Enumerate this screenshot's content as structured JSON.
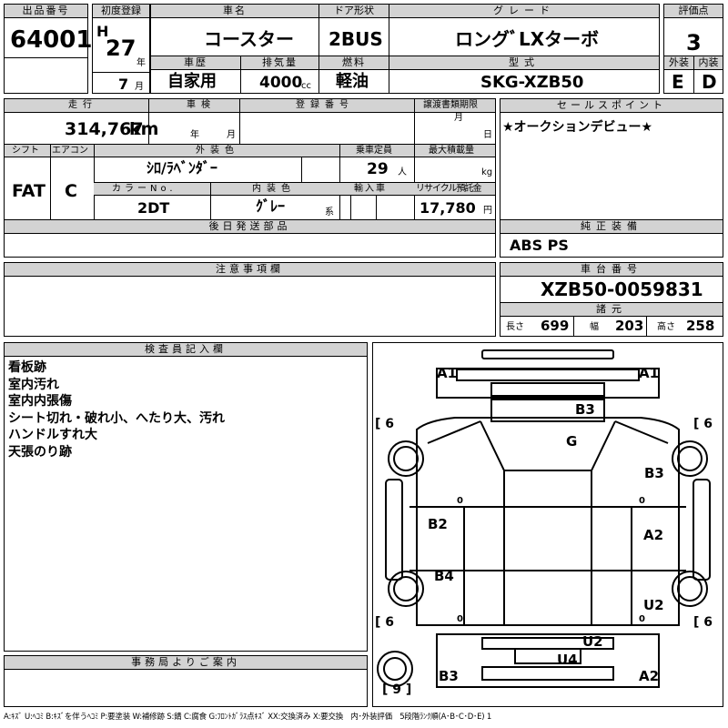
{
  "header": {
    "lot_label": "出品番号",
    "lot": "64001",
    "first_reg_label": "初度登録",
    "era": "H",
    "year": "27",
    "year_unit": "年",
    "month": "7",
    "month_unit": "月",
    "name_label": "車名",
    "name": "コースター",
    "door_label": "ドア形状",
    "door": "2BUS",
    "grade_label": "グレード",
    "grade": "ロングﾞLXターボ",
    "score_label": "評価点",
    "score": "3",
    "history_label": "車歴",
    "history": "自家用",
    "displacement_label": "排気量",
    "displacement": "4000",
    "displacement_unit": "cc",
    "fuel_label": "燃料",
    "fuel": "軽油",
    "model_label": "型式",
    "model": "SKG-XZB50",
    "ext_label": "外装",
    "ext_grade": "E",
    "int_label": "内装",
    "int_grade": "D"
  },
  "details": {
    "mileage_label": "走行",
    "mileage": "314,767",
    "mileage_unit": "km",
    "inspection_label": "車検",
    "insp_year_unit": "年",
    "insp_month_unit": "月",
    "reg_label": "登録番号",
    "docs_label": "譲渡書類期限",
    "docs_month_unit": "月",
    "docs_day_unit": "日",
    "shift_label": "シフト",
    "shift": "FAT",
    "ac_label": "エアコン",
    "ac": "C",
    "color_label": "外装色",
    "color": "ｼﾛ/ﾗﾍﾞﾝﾀﾞｰ",
    "capacity_label": "乗車定員",
    "capacity": "29",
    "capacity_unit": "人",
    "load_label": "最大積載量",
    "load_unit": "kg",
    "color_no_label": "カラーNo.",
    "color_no": "2DT",
    "int_color_label": "内装色",
    "int_color": "ｸﾞﾚｰ",
    "int_color_unit": "系",
    "import_label": "輸入車",
    "recycle_label": "リサイクル預託金",
    "recycle": "17,780",
    "recycle_unit": "円"
  },
  "sections": {
    "sales_points_label": "セールスポイント",
    "sales_points": "★オークションデビュー★",
    "later_parts_label": "後日発送部品",
    "equipment_label": "純正装備",
    "equipment": "ABS PS",
    "notes_label": "注意事項欄",
    "chassis_label": "車台番号",
    "chassis": "XZB50-0059831",
    "dims_label": "諸元",
    "length_label": "長さ",
    "length": "699",
    "width_label": "幅",
    "width": "203",
    "height_label": "高さ",
    "height": "258",
    "inspector_label": "検査員記入欄",
    "inspector_notes": [
      "看板跡",
      "室内汚れ",
      "室内内張傷",
      "シート切れ・破れ小、へたり大、汚れ",
      "ハンドルすれ大",
      "天張のり跡"
    ],
    "office_label": "事務局よりご案内"
  },
  "diagram": {
    "marks": {
      "a1_left": "A1",
      "a1_right": "A1",
      "b3_top": "B3",
      "g": "G",
      "b3_right": "B3",
      "b2": "B2",
      "a2_right": "A2",
      "b4": "B4",
      "u2_right": "U2",
      "u2_bottom": "U2",
      "u4": "U4",
      "b3_bottom": "B3",
      "a2_bottom": "A2"
    },
    "tires": {
      "fl": "6",
      "fr": "6",
      "rl": "6",
      "rr": "6",
      "spare": "9"
    }
  },
  "legend": "A:ｷｽﾞ U:ﾍｺﾐ B:ｷｽﾞを伴うﾍｺﾐ P:要塗装 W:補修跡 S:錆 C:腐食 G:ﾌﾛﾝﾄｶﾞﾗｽ点ｷｽﾞ XX:交換済み X:要交換　内･外装評価　5段階ﾗﾝｸ順(A･B･C･D･E) 1"
}
